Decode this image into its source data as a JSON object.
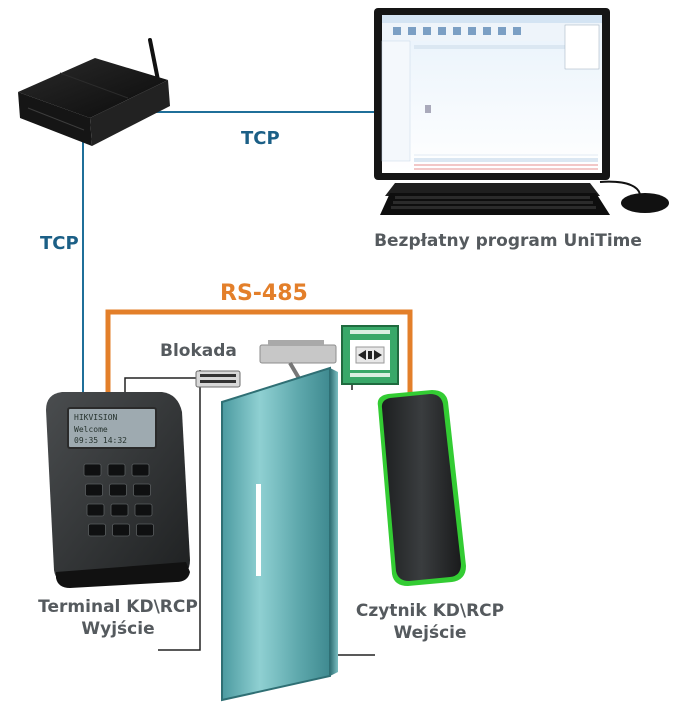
{
  "labels": {
    "tcp_top": "TCP",
    "tcp_left": "TCP",
    "program": "Bezpłatny program UniTime",
    "rs485": "RS-485",
    "blokada": "Blokada",
    "terminal_line1": "Terminal KD\\RCP",
    "terminal_line2": "Wyjście",
    "reader_line1": "Czytnik KD\\RCP",
    "reader_line2": "Wejście"
  },
  "devices": {
    "router": "router-icon",
    "computer": "computer-monitor-icon",
    "keyboard": "keyboard-icon",
    "mouse": "mouse-icon",
    "terminal": "keypad-terminal-icon",
    "reader": "card-reader-icon",
    "door": "glass-door-icon",
    "door_closer": "door-closer-icon",
    "magnetic_lock": "magnetic-lock-icon",
    "emergency_button": "emergency-exit-button-icon"
  },
  "terminal_screen": {
    "line1": "HIKVISION",
    "line2": "Welcome",
    "line3": "09:35 14:32"
  },
  "colors": {
    "tcp_line": "#1f6f99",
    "rs485_line": "#e37f2a",
    "label_blue": "#1b5f86",
    "label_gray": "#555a5e",
    "reader_glow": "#33cc33",
    "door_glass": "#6fb8bb"
  }
}
